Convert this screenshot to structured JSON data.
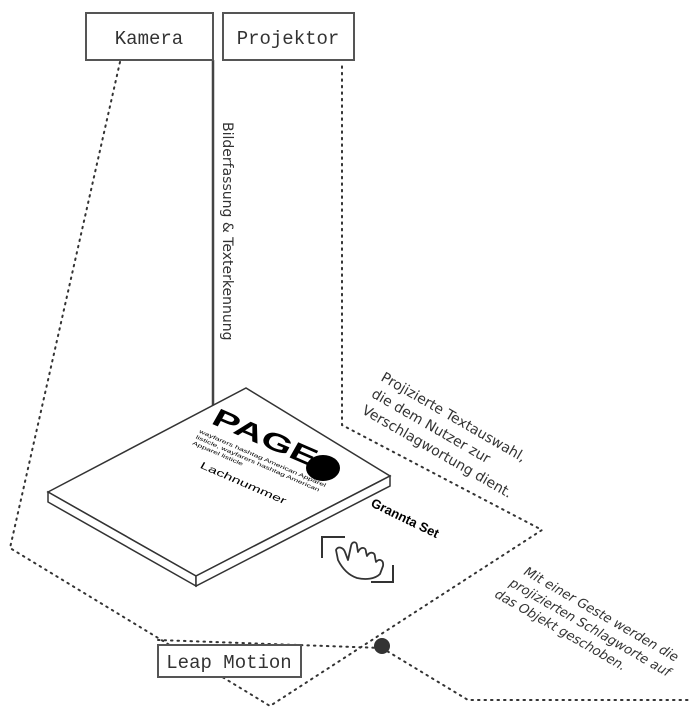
{
  "labels": {
    "camera": "Kamera",
    "projector": "Projektor",
    "leap_motion": "Leap Motion",
    "capture": "Bilderfassung & Texterkennung",
    "projected_text": [
      "Projizierte Textauswahl,",
      "die dem Nutzer zur",
      "Verschlagwortung dient."
    ],
    "gesture_text": [
      "Mit einer Geste werden die",
      "projizierten Schlagworte auf",
      "das Objekt geschoben."
    ],
    "projected_keyword": "Grannta Set"
  },
  "page": {
    "title": "PAGE",
    "body_lines": [
      "wayfarers hashtag American Apparel",
      "listicle, wayfarers hashtag American",
      "Apparel listicle"
    ],
    "caption": "Lachnummer"
  },
  "icons": [
    "hand-icon",
    "dot-icon"
  ]
}
